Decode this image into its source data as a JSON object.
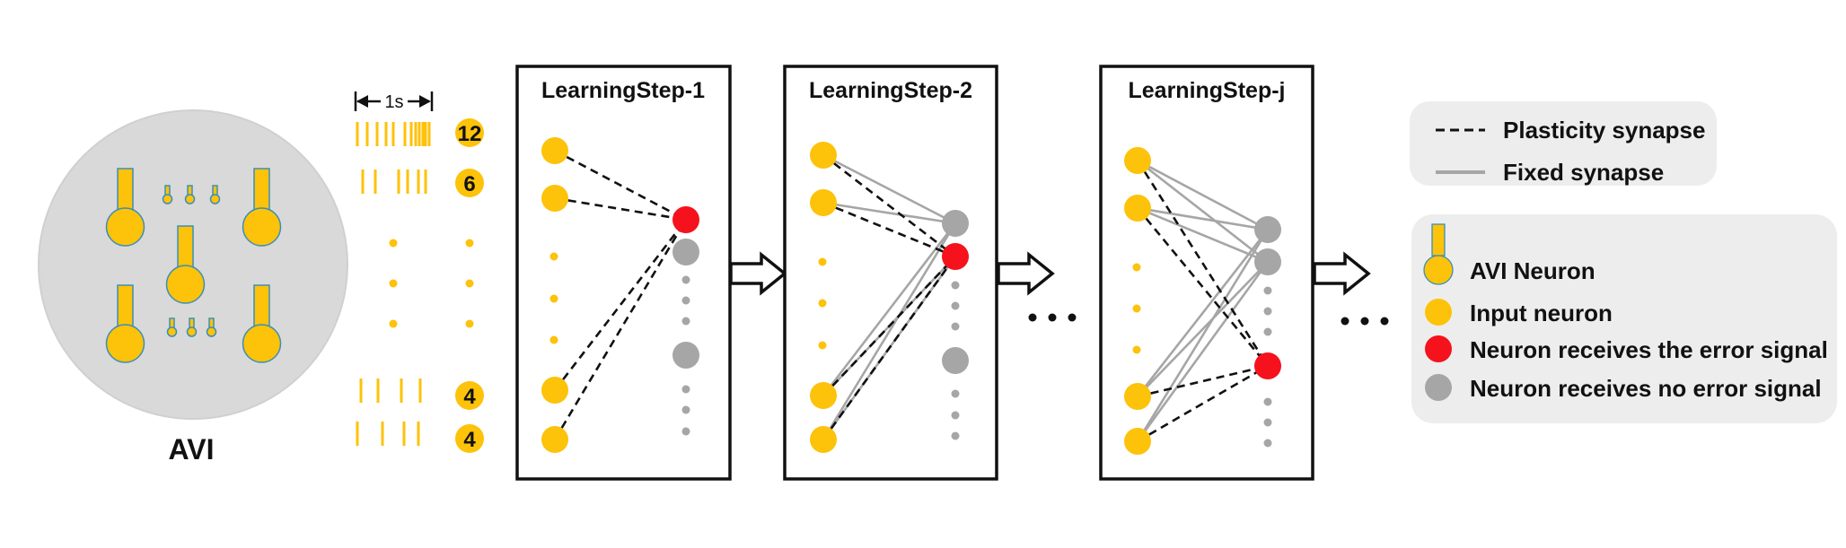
{
  "avi_panel": {
    "label": "AVI"
  },
  "spike_trains": {
    "scale_label": "1s",
    "counts": [
      "12",
      "6",
      "4",
      "4"
    ]
  },
  "learning_steps": [
    {
      "title": "LearningStep-1"
    },
    {
      "title": "LearningStep-2"
    },
    {
      "title": "LearningStep-j"
    }
  ],
  "legend_synapse": {
    "plasticity_label": "Plasticity synapse",
    "fixed_label": "Fixed synapse"
  },
  "legend_neuron": {
    "avi_neuron_label": "AVI Neuron",
    "input_neuron_label": "Input neuron",
    "error_label": "Neuron receives the error signal",
    "no_error_label": "Neuron receives no error signal"
  },
  "colors": {
    "neuron": "#FDC20A",
    "error": "#F5121C",
    "no_error": "#A6A6A6",
    "panel_bg": "#D9D9D9",
    "legend_bg": "#EDEDED"
  }
}
